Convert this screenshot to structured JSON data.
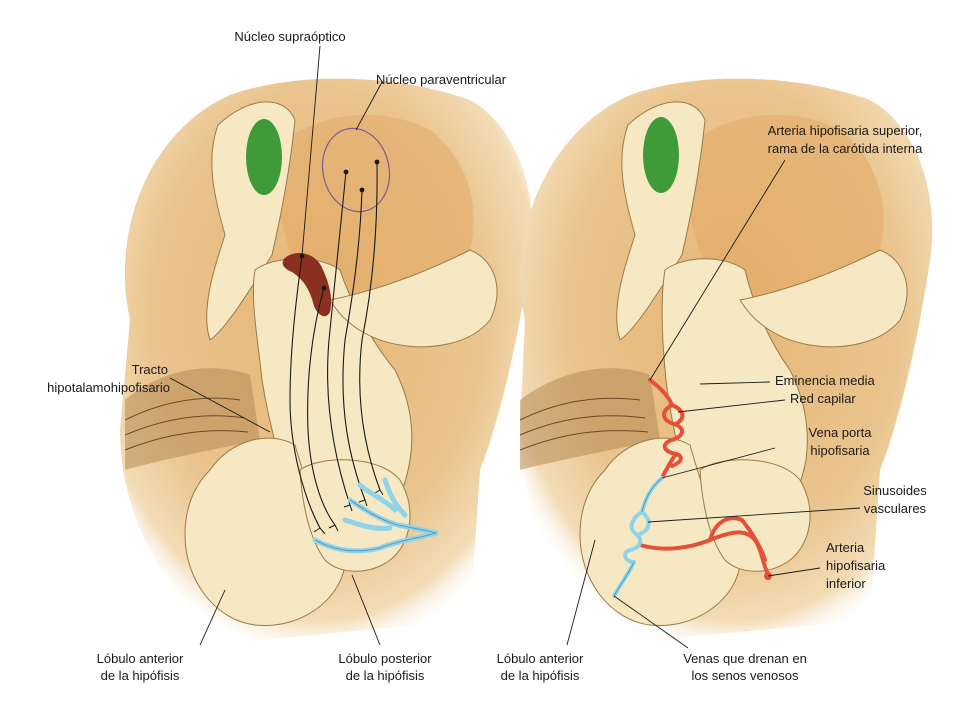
{
  "labels": {
    "nucleo_supraoptico": "Núcleo supraóptico",
    "nucleo_paraventricular": "Núcleo paraventricular",
    "tracto_1": "Tracto",
    "tracto_2": "hipotalamohipofisario",
    "lobulo_anterior_left_1": "Lóbulo anterior",
    "lobulo_anterior_left_2": "de la hipófisis",
    "lobulo_posterior_1": "Lóbulo posterior",
    "lobulo_posterior_2": "de la hipófisis",
    "arteria_sup_1": "Arteria hipofisaria superior,",
    "arteria_sup_2": "rama de la carótida interna",
    "eminencia_media": "Eminencia media",
    "red_capilar": "Red capilar",
    "vena_porta_1": "Vena porta",
    "vena_porta_2": "hipofisaria",
    "sinusoides_1": "Sinusoides",
    "sinusoides_2": "vasculares",
    "arteria_inf_1": "Arteria",
    "arteria_inf_2": "hipofisaria",
    "arteria_inf_3": "inferior",
    "lobulo_anterior_right_1": "Lóbulo anterior",
    "lobulo_anterior_right_2": "de la hipófisis",
    "venas_1": "Venas que drenan en",
    "venas_2": "los senos venosos"
  },
  "colors": {
    "hypothalamus": "#e9b97a",
    "tissue": "#f6e8c2",
    "outline": "#9a7a4a",
    "optic_green": "#3f9a3a",
    "supraoptic_nucleus": "#8a3020",
    "paraventricular_outline": "#7d5a9a",
    "vein_blue": "#8fd3ea",
    "artery_red": "#e4503a",
    "fiber": "#1a1a1a"
  }
}
